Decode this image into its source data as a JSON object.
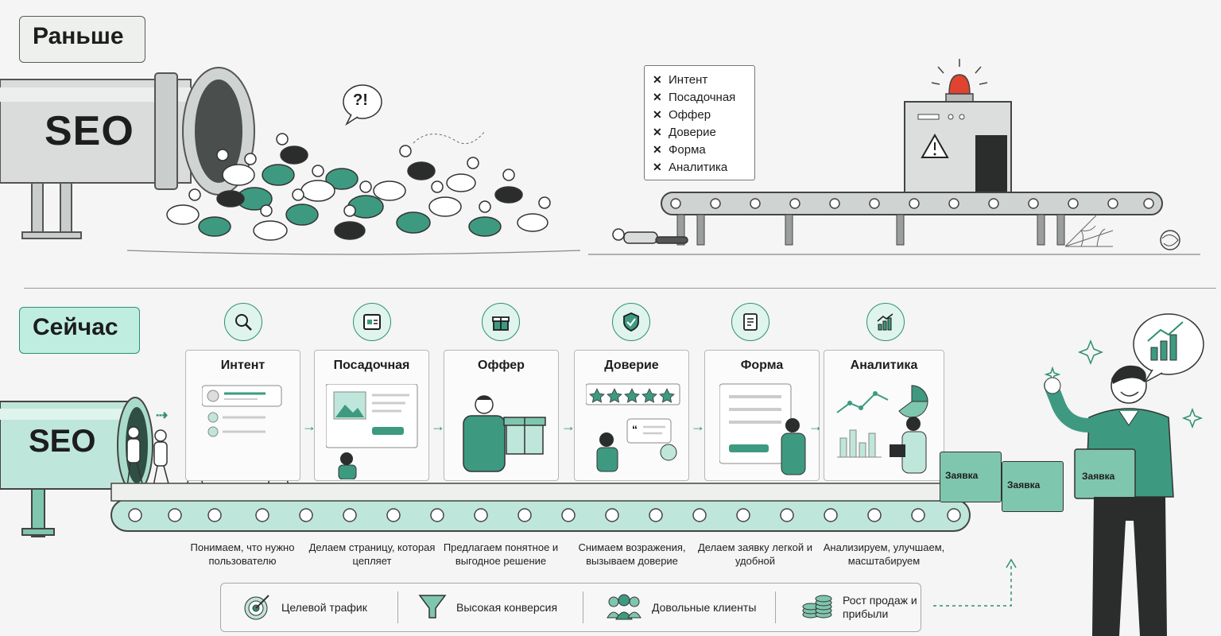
{
  "before": {
    "label": "Раньше",
    "pipe_label": "SEO",
    "speech": "?!",
    "checklist": [
      "Интент",
      "Посадочная",
      "Оффер",
      "Доверие",
      "Форма",
      "Аналитика"
    ],
    "checklist_mark": "✕"
  },
  "now": {
    "label": "Сейчас",
    "pipe_label": "SEO",
    "stages": [
      {
        "title": "Интент",
        "caption": "Понимаем, что нужно пользователю",
        "icon": "search-icon"
      },
      {
        "title": "Посадочная",
        "caption": "Делаем страницу, которая цепляет",
        "icon": "landing-page-icon"
      },
      {
        "title": "Оффер",
        "caption": "Предлагаем понятное и выгодное решение",
        "icon": "gift-icon"
      },
      {
        "title": "Доверие",
        "caption": "Снимаем возражения, вызываем доверие",
        "icon": "shield-check-icon"
      },
      {
        "title": "Форма",
        "caption": "Делаем заявку легкой и удобной",
        "icon": "form-icon"
      },
      {
        "title": "Аналитика",
        "caption": "Анализируем, улучшаем, масштабируем",
        "icon": "bar-chart-icon"
      }
    ],
    "box_label": "Заявка",
    "results": [
      {
        "label": "Целевой трафик",
        "icon": "target-icon"
      },
      {
        "label": "Высокая конверсия",
        "icon": "funnel-icon"
      },
      {
        "label": "Довольные клиенты",
        "icon": "people-icon"
      },
      {
        "label": "Рост продаж и прибыли",
        "icon": "coins-icon"
      }
    ]
  },
  "colors": {
    "accent": "#2f8f74",
    "accent_light": "#bfeee0",
    "alarm": "#e0432f"
  }
}
